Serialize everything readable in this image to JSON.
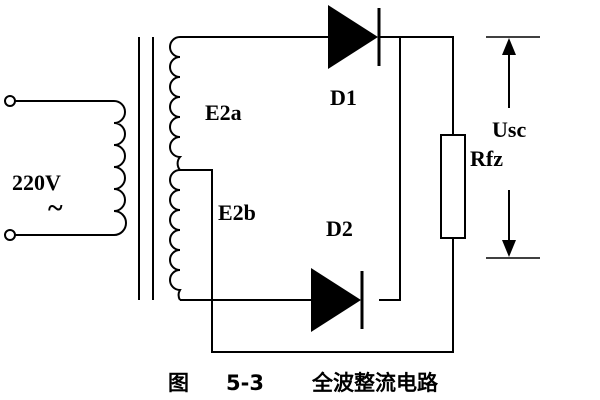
{
  "labels": {
    "source_voltage": "220V",
    "ac_symbol": "~",
    "winding_upper": "E2a",
    "winding_lower": "E2b",
    "diode_1": "D1",
    "diode_2": "D2",
    "resistor": "Rfz",
    "output_voltage": "Usc"
  },
  "caption": {
    "prefix": "图",
    "number": "5-3",
    "title": "全波整流电路"
  }
}
